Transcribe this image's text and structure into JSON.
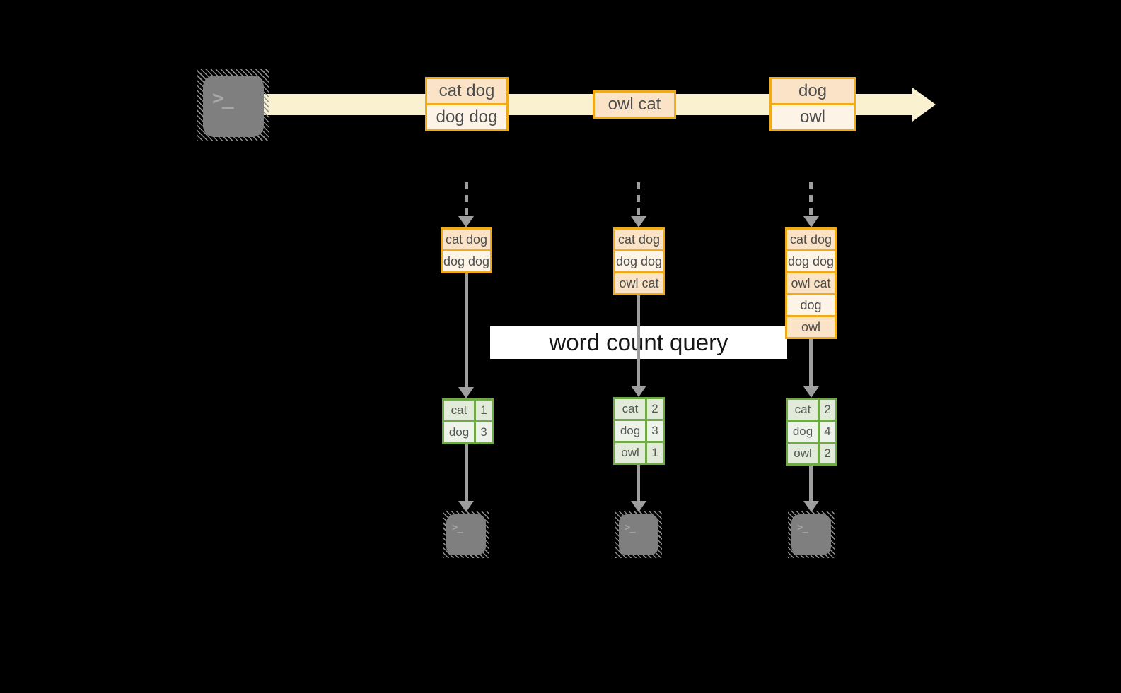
{
  "query": {
    "label": "word count query"
  },
  "source_terminal": {
    "glyph": ">_"
  },
  "sink_terminals": [
    {
      "glyph": ">_"
    },
    {
      "glyph": ">_"
    },
    {
      "glyph": ">_"
    }
  ],
  "stream": {
    "events": [
      {
        "rows": [
          "cat dog",
          "dog dog"
        ]
      },
      {
        "rows": [
          "owl cat"
        ]
      },
      {
        "rows": [
          "dog",
          "owl"
        ]
      }
    ]
  },
  "batches": [
    {
      "rows": [
        "cat dog",
        "dog dog"
      ]
    },
    {
      "rows": [
        "cat dog",
        "dog dog",
        "owl cat"
      ]
    },
    {
      "rows": [
        "cat dog",
        "dog dog",
        "owl cat",
        "dog",
        "owl"
      ]
    }
  ],
  "results": [
    {
      "rows": [
        [
          "cat",
          "1"
        ],
        [
          "dog",
          "3"
        ]
      ]
    },
    {
      "rows": [
        [
          "cat",
          "2"
        ],
        [
          "dog",
          "3"
        ],
        [
          "owl",
          "1"
        ]
      ]
    },
    {
      "rows": [
        [
          "cat",
          "2"
        ],
        [
          "dog",
          "4"
        ],
        [
          "owl",
          "2"
        ]
      ]
    }
  ],
  "colors": {
    "background": "#000000",
    "stream_band": "#faf1d0",
    "box_border": "#f0ab1a",
    "box_fill_peach": "#fbe3c7",
    "box_fill_cream": "#fdf4e7",
    "table_border": "#6faa47",
    "cell_fill_dark": "#e2ebd9",
    "cell_fill_light": "#eef3e9",
    "arrow_gray": "#9e9e9e",
    "terminal_gray": "#7f7f7f",
    "query_bg": "#ffffff"
  }
}
